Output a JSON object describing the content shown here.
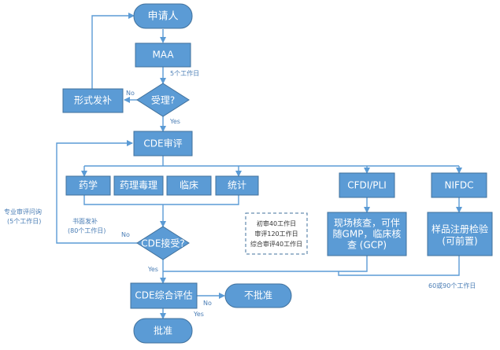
{
  "nodes": {
    "applicant": "申请人",
    "maa": "MAA",
    "formal_supplement": "形式发补",
    "accept": "受理?",
    "cde_review": "CDE审评",
    "pharmacy": "药学",
    "pharmacology": "药理毒理",
    "clinical": "临床",
    "statistics": "统计",
    "cfdi_pli": "CFDI/PLI",
    "nifdc": "NIFDC",
    "cde_accept": "CDE接受?",
    "cfdi_desc_1": "现场核查，可伴",
    "cfdi_desc_2": "随GMP，临床核",
    "cfdi_desc_3": "查 (GCP)",
    "nifdc_desc_1": "样品注册检验",
    "nifdc_desc_2": "(可前置)",
    "cde_overall": "CDE综合评估",
    "not_approved": "不批准",
    "approved": "批准"
  },
  "labels": {
    "five_days": "5个工作日",
    "no_accept": "No",
    "yes_accept": "Yes",
    "consult_1": "专业审评问询",
    "consult_2": "(5个工作日)",
    "written_1": "书面发补",
    "written_2": "(80个工作日)",
    "no_cde": "No",
    "yes_cde": "Yes",
    "no_overall": "No",
    "yes_overall": "Yes",
    "nifdc_days": "60或90个工作日"
  },
  "note": {
    "line1": "初审40工作日",
    "line2": "审评120工作日",
    "line3": "综合审评40工作日"
  },
  "colors": {
    "node_fill": "#5b9bd5",
    "node_stroke": "#41719c",
    "edge": "#5b9bd5"
  }
}
